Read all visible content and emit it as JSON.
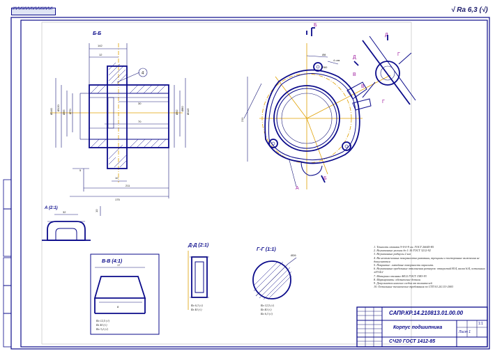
{
  "stamp_top_left": "ИИИИИИИИИИИИ",
  "roughness": "√ Ra 6,3 (√)",
  "views": {
    "section_bb": "Б-Б",
    "view_a": "А (2:1)",
    "section_vv": "В-В (4:1)",
    "view_d": "Д-Д (2:1)",
    "section_gg": "Г-Г (1:1)"
  },
  "section_markers": [
    "Б",
    "Б",
    "В",
    "В",
    "Г",
    "Г",
    "Д",
    "Д",
    "А"
  ],
  "callout_number": "4",
  "tech_notes": [
    "1. Точность отливки 9-0-0-9 см. ГОСТ 26645-85",
    "2. Неуказанные уклоны до 1:10 ГОСТ 3212-92",
    "3. Неуказанные радиусы 2 мм",
    "4. На неотмеченных поверхностях раковины, трещины и посторонние включения не допускаются",
    "5. Покрытие: литейные поверхности окрасить",
    "6. Неуказанные предельные отклонения размеров: отверстий Н14, валов h14, остальных ±IT14/2",
    "7. Материал отливки АК12 ГОСТ 1583-93",
    "8. Маркировать: обозначение детали",
    "9. Допускается наличие следов от толкателей",
    "10. Остальные технические требования по СТП 01.24.113-2003"
  ],
  "title_block": {
    "designation": "САПР.КР.14.210813.01.00.00",
    "name": "Корпус подшипника",
    "material": "СЧ20 ГОСТ 1412-85",
    "sheet": "Лист 1",
    "mass": "1:1"
  }
}
